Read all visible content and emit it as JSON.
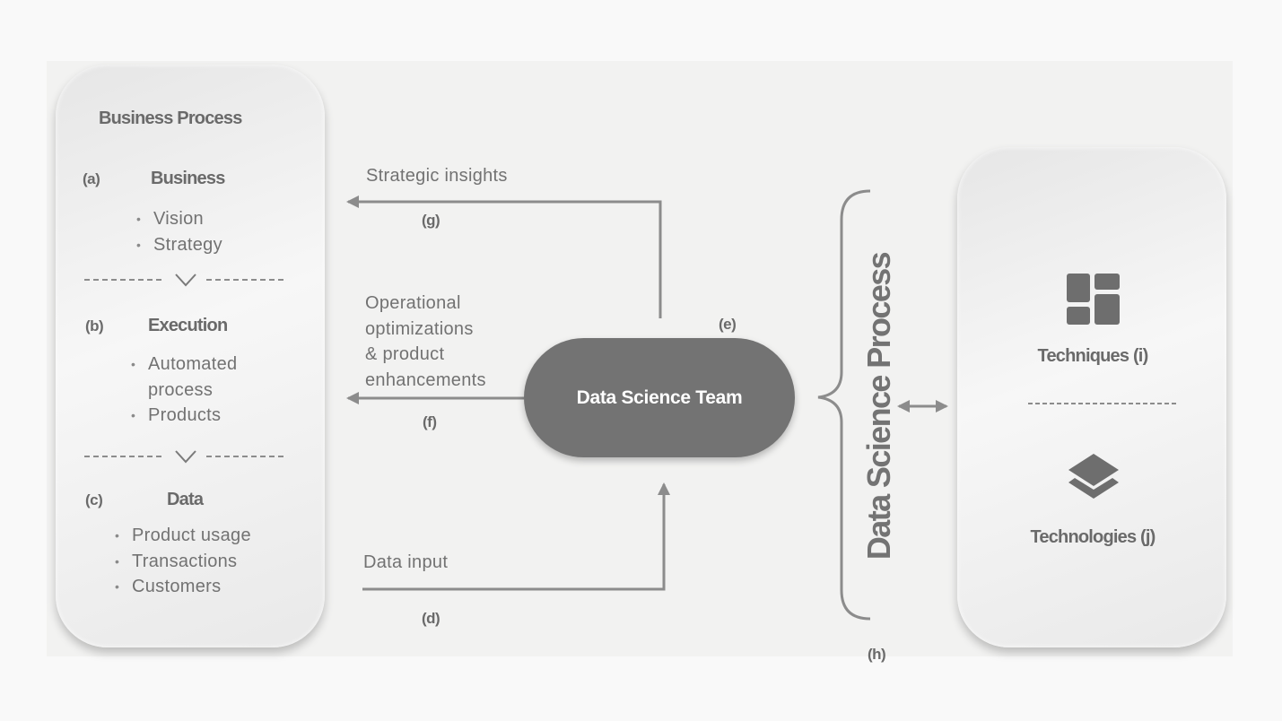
{
  "business_process": {
    "title": "Business Process",
    "sections": [
      {
        "tag": "(a)",
        "heading": "Business",
        "items": [
          "Vision",
          "Strategy"
        ]
      },
      {
        "tag": "(b)",
        "heading": "Execution",
        "items": [
          [
            "Automated",
            "process"
          ],
          "Products"
        ]
      },
      {
        "tag": "(c)",
        "heading": "Data",
        "items": [
          "Product usage",
          "Transactions",
          "Customers"
        ]
      }
    ]
  },
  "flows": {
    "strategic": {
      "label": "Strategic insights",
      "tag": "(g)"
    },
    "operational": {
      "label_lines": [
        "Operational",
        "optimizations",
        "& product",
        "enhancements"
      ],
      "tag": "(f)"
    },
    "data_input": {
      "label": "Data input",
      "tag": "(d)"
    }
  },
  "team": {
    "label": "Data Science Team",
    "tag": "(e)"
  },
  "process": {
    "title": "Data Science Process",
    "tag": "(h)"
  },
  "tools": {
    "techniques": {
      "label": "Techniques (i)",
      "icon": "dashboard-grid-icon"
    },
    "technologies": {
      "label": "Technologies (j)",
      "icon": "layers-stack-icon"
    }
  },
  "colors": {
    "line": "#8c8c8c",
    "team_fill": "#737373",
    "text": "#727272"
  }
}
